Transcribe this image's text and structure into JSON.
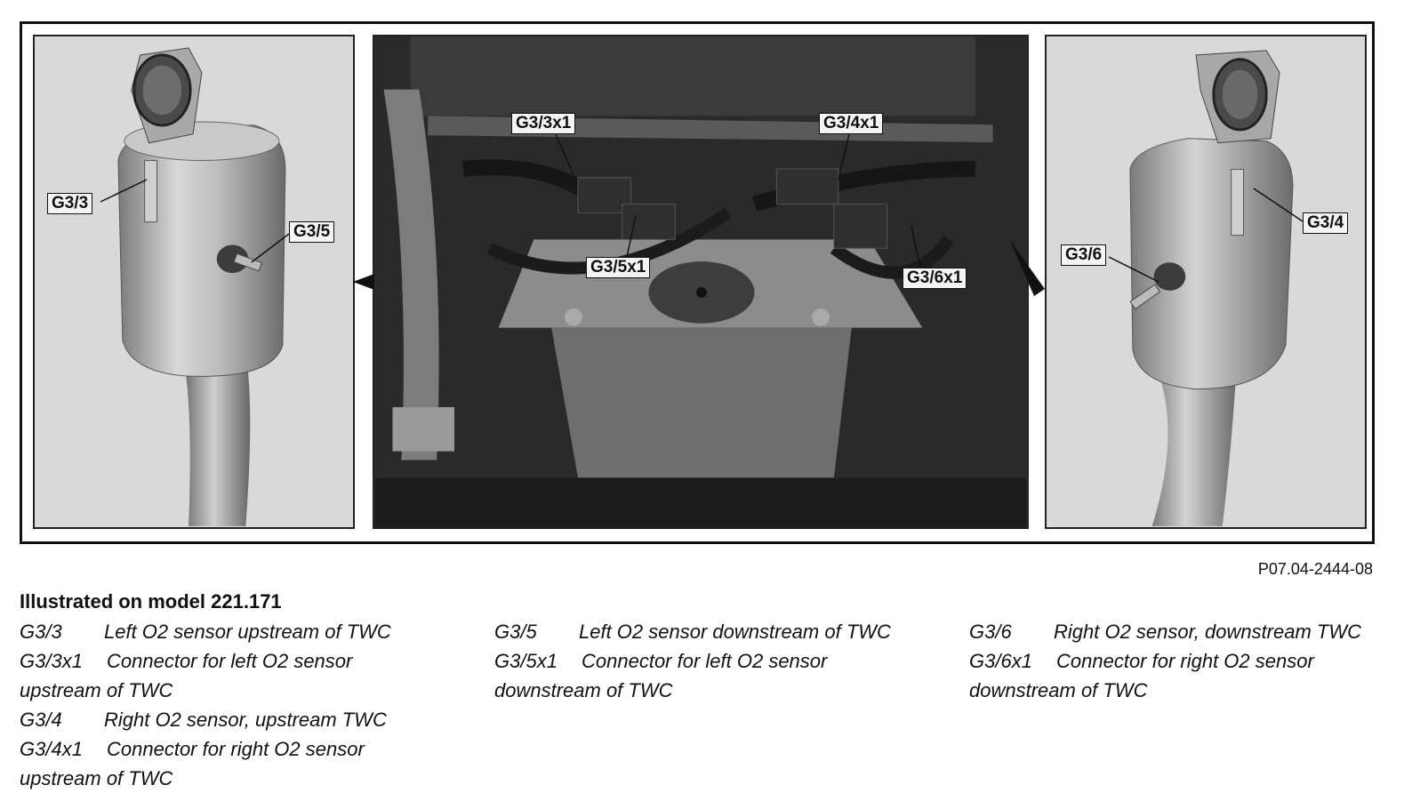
{
  "figure": {
    "reference": "P07.04-2444-08",
    "callouts": {
      "g33": "G3/3",
      "g35": "G3/5",
      "g33x1": "G3/3x1",
      "g34x1": "G3/4x1",
      "g35x1": "G3/5x1",
      "g36x1": "G3/6x1",
      "g34": "G3/4",
      "g36": "G3/6"
    }
  },
  "caption": {
    "title": "Illustrated on model 221.171"
  },
  "legend": {
    "col1": [
      {
        "code": "G3/3",
        "text": "Left O2 sensor upstream of TWC"
      },
      {
        "code": "G3/3x1",
        "text": "Connector for left O2 sensor upstream of TWC"
      },
      {
        "code": "G3/4",
        "text": "Right O2 sensor, upstream TWC"
      },
      {
        "code": "G3/4x1",
        "text": "Connector for right O2 sensor upstream of TWC"
      }
    ],
    "col2": [
      {
        "code": "G3/5",
        "text": "Left O2 sensor downstream of TWC"
      },
      {
        "code": "G3/5x1",
        "text": "Connector for left O2 sensor downstream of TWC"
      }
    ],
    "col3": [
      {
        "code": "G3/6",
        "text": "Right O2 sensor, downstream TWC"
      },
      {
        "code": "G3/6x1",
        "text": "Connector for right O2 sensor downstream of TWC"
      }
    ]
  }
}
